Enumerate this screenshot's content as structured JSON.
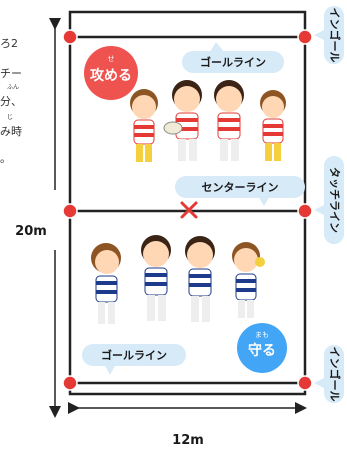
{
  "cut_text": {
    "line1": "ろ2",
    "line2": "チー",
    "line3": "分、",
    "line4": "み時",
    "line5": "。",
    "ruby_fun": "ふん",
    "ruby_ji": "じ"
  },
  "labels": {
    "goal_line_top": "ゴールライン",
    "center_line": "センターライン",
    "goal_line_bottom": "ゴールライン",
    "attack": "攻める",
    "attack_ruby": "せ",
    "defend": "守る",
    "defend_ruby": "まも"
  },
  "side_labels": {
    "in_goal_top": "インゴール",
    "touch_line": "タッチライン",
    "in_goal_bottom": "インゴール"
  },
  "dimensions": {
    "height": "20m",
    "width": "12m"
  },
  "colors": {
    "line": "#222222",
    "corner_dot": "#e53935",
    "callout": "#d6eaf8",
    "attack_circle": "#ef5350",
    "defend_circle": "#42a5f5",
    "marker_x": "#e53935",
    "attack_shirt_stripe": "#e53935",
    "defend_shirt_stripe": "#1e3a8a"
  },
  "icons": {
    "corner_marker": "red-dot-icon",
    "center_mark": "x-mark-icon",
    "attack_team": "children-red-stripes",
    "defend_team": "children-blue-stripes"
  }
}
